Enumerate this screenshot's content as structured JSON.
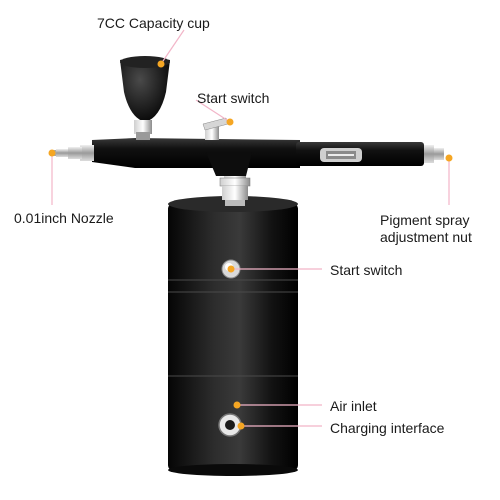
{
  "diagram": {
    "labels": {
      "cup": "7CC Capacity cup",
      "start_switch_top": "Start switch",
      "nozzle": "0.01inch Nozzle",
      "adjust_nut": "Pigment spray adjustment nut",
      "start_switch_body": "Start switch",
      "air_inlet": "Air inlet",
      "charging": "Charging interface"
    },
    "colors": {
      "pointer_dot": "#f5a623",
      "pointer_line": "#f2b5c8",
      "body": "#111111",
      "chrome": "#c9c9c9"
    }
  }
}
